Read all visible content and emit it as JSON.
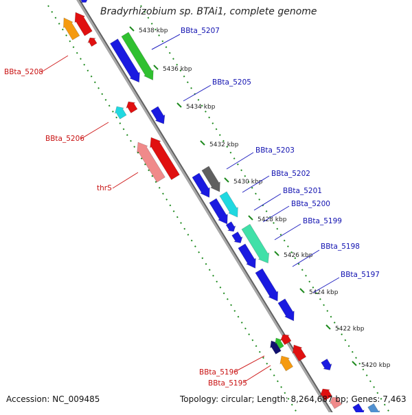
{
  "title": "Bradyrhizobium sp. BTAi1, complete genome",
  "footer": {
    "accession": "Accession: NC_009485",
    "topology": "Topology: circular; Length: 8,264,687 bp; Genes: 7,463"
  },
  "colors": {
    "backbone": "#808080",
    "ticks": "#1e8a1e",
    "label_forward": "#1010b0",
    "label_reverse": "#c81010",
    "leader_forward": "#2020c0",
    "leader_reverse": "#d02020"
  },
  "ticks": [
    {
      "label": "5438 kbp"
    },
    {
      "label": "5436 kbp"
    },
    {
      "label": "5434 kbp"
    },
    {
      "label": "5432 kbp"
    },
    {
      "label": "5430 kbp"
    },
    {
      "label": "5428 kbp"
    },
    {
      "label": "5426 kbp"
    },
    {
      "label": "5424 kbp"
    },
    {
      "label": "5422 kbp"
    },
    {
      "label": "5420 kbp"
    }
  ],
  "gene_labels": [
    {
      "name": "BBta_5207",
      "strand": "forward"
    },
    {
      "name": "BBta_5205",
      "strand": "forward"
    },
    {
      "name": "BBta_5203",
      "strand": "forward"
    },
    {
      "name": "BBta_5202",
      "strand": "forward"
    },
    {
      "name": "BBta_5201",
      "strand": "forward"
    },
    {
      "name": "BBta_5200",
      "strand": "forward"
    },
    {
      "name": "BBta_5199",
      "strand": "forward"
    },
    {
      "name": "BBta_5198",
      "strand": "forward"
    },
    {
      "name": "BBta_5197",
      "strand": "forward"
    },
    {
      "name": "BBta_5208",
      "strand": "reverse"
    },
    {
      "name": "BBta_5206",
      "strand": "reverse"
    },
    {
      "name": "thrS",
      "strand": "reverse"
    },
    {
      "name": "BBta_5196",
      "strand": "reverse"
    },
    {
      "name": "BBta_5195",
      "strand": "reverse"
    }
  ]
}
